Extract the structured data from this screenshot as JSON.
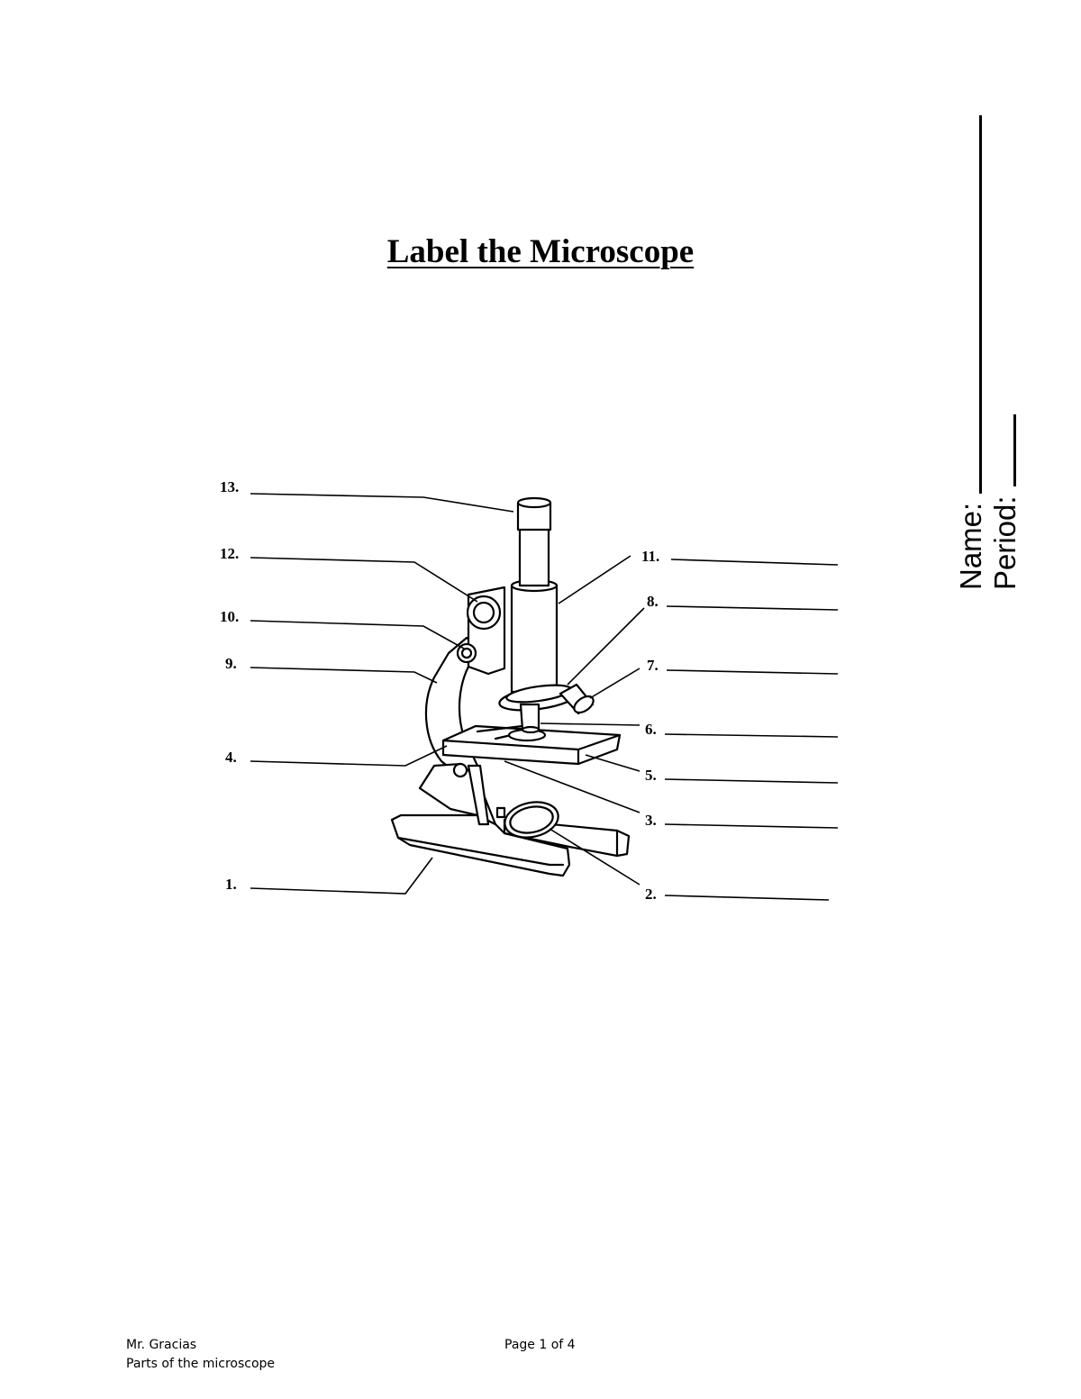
{
  "title": "Label the Microscope",
  "fields": {
    "name_label": "Name:",
    "period_label": "Period:"
  },
  "labels": [
    "1.",
    "2.",
    "3.",
    "4.",
    "5.",
    "6.",
    "7.",
    "8.",
    "9.",
    "10.",
    "11.",
    "12.",
    "13."
  ],
  "footer": {
    "author": "Mr. Gracias",
    "subject": "Parts of the microscope",
    "page": "Page 1 of 4"
  }
}
